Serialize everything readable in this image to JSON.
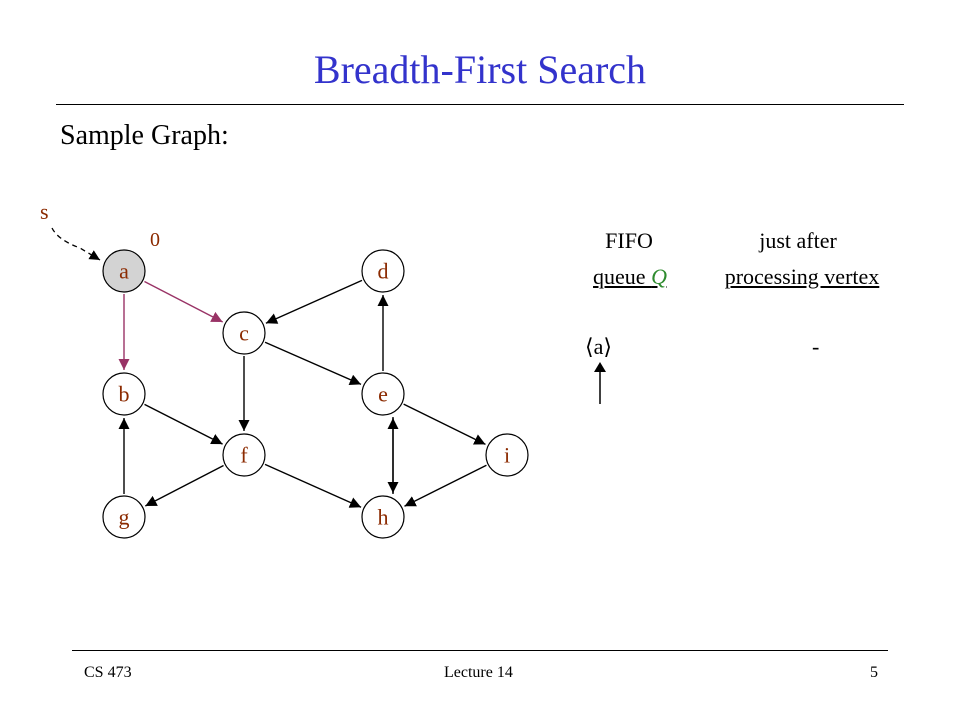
{
  "slide": {
    "title": "Breadth-First Search",
    "subtitle": "Sample Graph:"
  },
  "graph": {
    "source_label": "s",
    "nodes": [
      {
        "id": "a",
        "label": "a",
        "visited": true,
        "distance": "0"
      },
      {
        "id": "b",
        "label": "b"
      },
      {
        "id": "c",
        "label": "c"
      },
      {
        "id": "d",
        "label": "d"
      },
      {
        "id": "e",
        "label": "e"
      },
      {
        "id": "f",
        "label": "f"
      },
      {
        "id": "g",
        "label": "g"
      },
      {
        "id": "h",
        "label": "h"
      },
      {
        "id": "i",
        "label": "i"
      }
    ],
    "edges": [
      {
        "from": "a",
        "to": "b",
        "highlighted": true
      },
      {
        "from": "a",
        "to": "c",
        "highlighted": true
      },
      {
        "from": "d",
        "to": "c"
      },
      {
        "from": "c",
        "to": "f"
      },
      {
        "from": "c",
        "to": "e"
      },
      {
        "from": "e",
        "to": "d"
      },
      {
        "from": "b",
        "to": "f"
      },
      {
        "from": "f",
        "to": "g"
      },
      {
        "from": "g",
        "to": "b"
      },
      {
        "from": "f",
        "to": "h"
      },
      {
        "from": "e",
        "to": "h"
      },
      {
        "from": "h",
        "to": "e"
      },
      {
        "from": "e",
        "to": "i"
      },
      {
        "from": "i",
        "to": "h"
      }
    ],
    "colors": {
      "node_fill_visited": "#d3d3d3",
      "node_fill": "#ffffff",
      "label_color": "#8b2a00",
      "tree_edge": "#993366",
      "edge": "#000000"
    }
  },
  "table": {
    "col1_header_line1": "FIFO",
    "col1_header_line2_prefix": "queue ",
    "col1_header_line2_var": "Q",
    "col2_header_line1": "just after",
    "col2_header_line2": "processing vertex",
    "rows": [
      {
        "queue": "⟨a⟩",
        "vertex": "-"
      }
    ]
  },
  "footer": {
    "course": "CS 473",
    "lecture": "Lecture 14",
    "page": "5"
  }
}
